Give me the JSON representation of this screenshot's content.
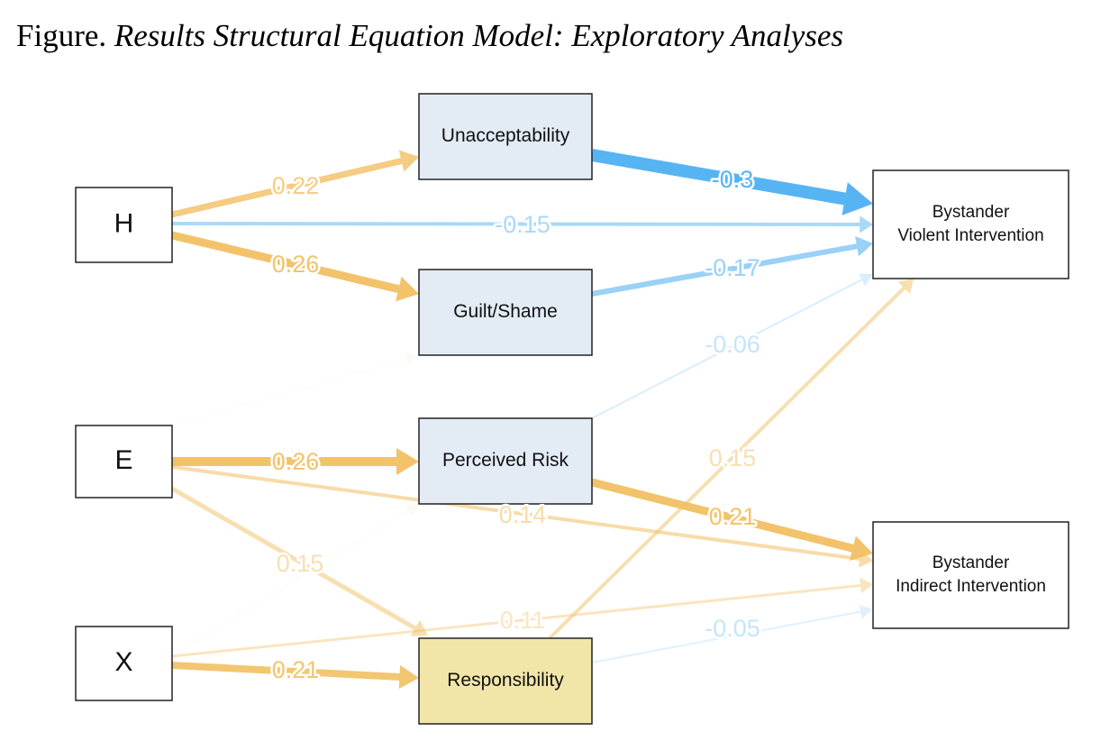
{
  "title": {
    "lead": "Figure.",
    "italic": "Results Structural Equation Model: Exploratory Analyses"
  },
  "colors": {
    "positive": "#f2c063",
    "negative": "#57b4f3",
    "mediator_fill": "#e3ebf5",
    "responsibility_fill": "#f1e6a8",
    "box_fill": "#ffffff"
  },
  "nodes": [
    {
      "id": "H",
      "label": [
        "H"
      ]
    },
    {
      "id": "E",
      "label": [
        "E"
      ]
    },
    {
      "id": "X",
      "label": [
        "X"
      ]
    },
    {
      "id": "U",
      "label": [
        "Unacceptability"
      ]
    },
    {
      "id": "G",
      "label": [
        "Guilt/Shame"
      ]
    },
    {
      "id": "P",
      "label": [
        "Perceived Risk"
      ]
    },
    {
      "id": "R",
      "label": [
        "Responsibility"
      ]
    },
    {
      "id": "BV",
      "label": [
        "Bystander",
        "Violent Intervention"
      ]
    },
    {
      "id": "BI",
      "label": [
        "Bystander",
        "Indirect Intervention"
      ]
    }
  ],
  "edges": [
    {
      "from": "H",
      "to": "U",
      "label": "0.22"
    },
    {
      "from": "H",
      "to": "BV",
      "label": "-0.15"
    },
    {
      "from": "H",
      "to": "G",
      "label": "0.26"
    },
    {
      "from": "U",
      "to": "BV",
      "label": "-0.3"
    },
    {
      "from": "G",
      "to": "BV",
      "label": "-0.17"
    },
    {
      "from": "P",
      "to": "BV",
      "label": "-0.06"
    },
    {
      "from": "E",
      "to": "P",
      "label": "0.26"
    },
    {
      "from": "E",
      "to": "BI",
      "label": "0.14"
    },
    {
      "from": "E",
      "to": "R",
      "label": "0.15"
    },
    {
      "from": "P",
      "to": "BI",
      "label": "0.21"
    },
    {
      "from": "R",
      "to": "BV",
      "label": "0.15"
    },
    {
      "from": "X",
      "to": "BI",
      "label": "0.11"
    },
    {
      "from": "X",
      "to": "R",
      "label": "0.21"
    },
    {
      "from": "R",
      "to": "BI",
      "label": "-0.05"
    },
    {
      "from": "X",
      "to": "P",
      "label": ""
    },
    {
      "from": "E",
      "to": "G",
      "label": ""
    }
  ]
}
